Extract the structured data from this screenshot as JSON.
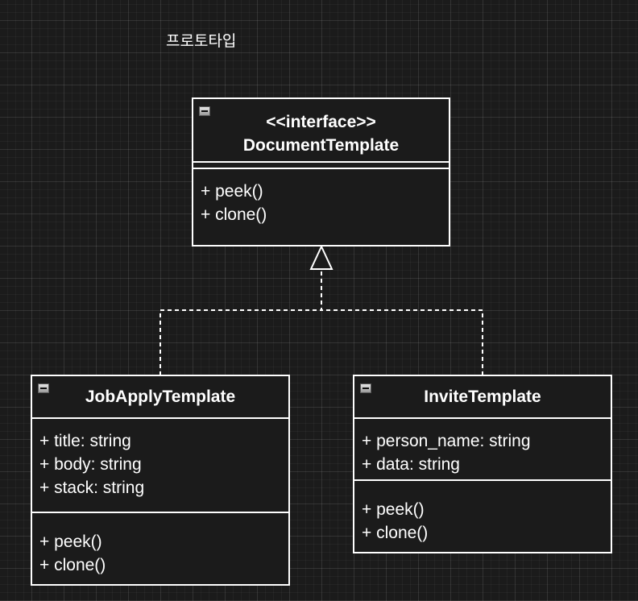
{
  "diagram_title": "프로토타입",
  "interface": {
    "stereotype": "<<interface>>",
    "name": "DocumentTemplate",
    "attributes": [],
    "methods": [
      "+ peek()",
      "+ clone()"
    ]
  },
  "classes": [
    {
      "name": "JobApplyTemplate",
      "attributes": [
        "+ title: string",
        "+ body: string",
        "+ stack: string"
      ],
      "methods": [
        "+ peek()",
        "+ clone()"
      ]
    },
    {
      "name": "InviteTemplate",
      "attributes": [
        "+ person_name: string",
        "+ data: string"
      ],
      "methods": [
        "+ peek()",
        "+ clone()"
      ]
    }
  ],
  "relationships": [
    {
      "from": "JobApplyTemplate",
      "to": "DocumentTemplate",
      "type": "realization"
    },
    {
      "from": "InviteTemplate",
      "to": "DocumentTemplate",
      "type": "realization"
    }
  ],
  "colors": {
    "background": "#1b1b1b",
    "stroke": "#ffffff",
    "text": "#ffffff"
  }
}
